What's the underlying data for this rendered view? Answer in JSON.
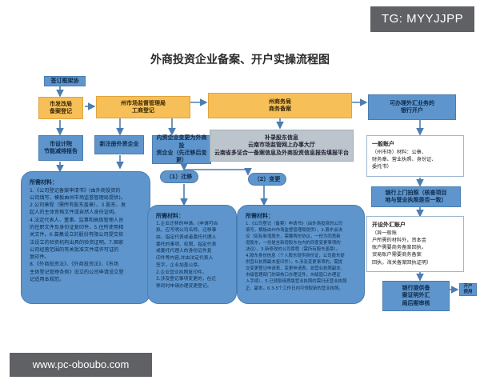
{
  "watermarks": {
    "tg": "TG: MYYJJPP",
    "url": "www.pc-oboubo.com"
  },
  "title": "外商投资企业备案、开户实操流程图",
  "nodes": {
    "sign": "签订框架协",
    "commerce": [
      "市发改局",
      "备案登记"
    ],
    "market": [
      "州市场监督管理局",
      "工商登记"
    ],
    "state_commerce": [
      "州商务局",
      "商务备案"
    ],
    "bank_top": [
      "可办理外汇业务的",
      "银行开户"
    ],
    "energy": [
      "市设计院",
      "节能减排报告"
    ],
    "new_reg": "新注册外资企业",
    "change_reg": [
      "内资企业变更为外商投",
      "资企业（先迁移后变更）"
    ],
    "supplement": [
      "补录股东信息",
      "云南市场监管网上办事大厅",
      "云南省多证合一备案信息及外商投资信息报告填报平台"
    ],
    "migrate": "（1）迁移",
    "change": "（2）变更",
    "bank_visit": [
      "银行上门拍照（核查项目",
      "地与营业执照是否一致）"
    ],
    "bank_cert": [
      "银行提供备",
      "案证明外汇",
      "局后期审核"
    ],
    "open_use": "开户使用"
  },
  "panels": {
    "materials_left": {
      "title": "所需材料：",
      "lines": [
        "1.《公司登记备案申请书》(由外商投资的",
        "公司填写，模板由州市场监督管理局提供)。",
        "2.公司章程（需所有股东盖章）。3.股东、发",
        "起人的主体资格文件或自然人身份证明。",
        "4.法定代表人、董事、监事和高级管理人员",
        "的任职文件及身份证复印件。5.住所使用相",
        "关文件。6.募集设立的股份有限公司提交依",
        "法设立的验资机构出具的验资证明。7.国家",
        "公司经营范围的有关批准文件或许可证的",
        "复印件。",
        "8.《外商投资法》、《外商投资法》、《市场",
        "主体登记管理条例》设立的公司申请设立登",
        "记适用本规范。"
      ]
    },
    "materials_mid": {
      "title": "所需材料：",
      "lines": [
        "1.企业迁移的申请。(申请可自",
        "拟，应写明公司名称、迁移事",
        "由、指定代表或者委托代理人",
        "委托的事项、权限、指定代表",
        "或委托代理人的身份证件复",
        "印件等内容,并由法定代表人",
        "签字，企业加盖公章。",
        "2.企业营业执照复印件。",
        "3.涉及登记事项变更的，在迁",
        "移同时申请办理变更登记。"
      ]
    },
    "materials_right": {
      "title": "所需材料：",
      "lines": [
        "1.《公司登记（备案）申请书》（由外商投资的公司",
        "填写，模板由州市场监督管理局提供）。2.股东会决",
        "议（如有新增股东，需要两份协议，一份为同意新",
        "增股东，一份是含新增股东在内的同意变更事项的",
        "决议）。3.新修改的公司章程（需所有股东盖章）。",
        "4.股东身份信息（个人股东提供身份证，公司股东提",
        "供营业执照副本复印件）。5.涉及变更事项的，需提",
        "交变更登记申请表，变更申请表，如营业执照副本、",
        "市级管理部门的审核口办理证件，州级窗口办理证",
        "入手续），5.已领取纸质版营业执照的需归还营业执照",
        "正、副本。6.3-5个工作日内可领取新的营业执照。"
      ]
    },
    "account_info": {
      "title": "一般账户",
      "lines": [
        "（州市场）材料：公章、",
        "财务章、营业执照、身份证、",
        "委托书）"
      ]
    },
    "fx_account": {
      "title": "开设外汇账户",
      "lines": [
        "（异一般账",
        "户所需的材料外，资本金",
        "账户需要商务备案回执，",
        "贸易账户需要商务备案",
        "回执，海关备案回执证明）"
      ]
    }
  }
}
